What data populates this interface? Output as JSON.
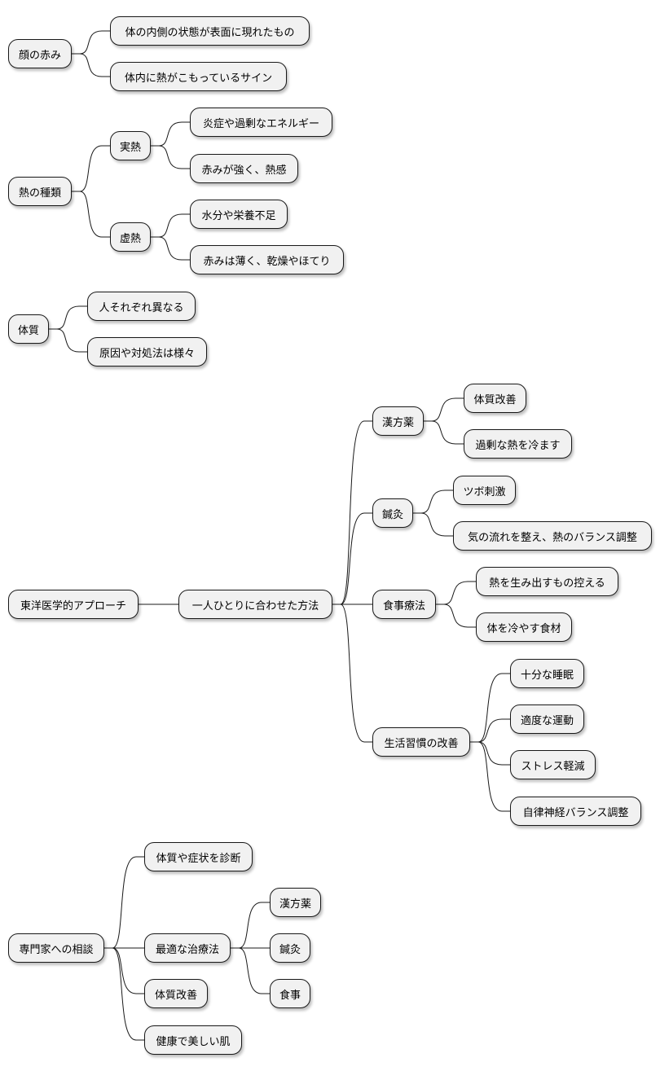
{
  "mindmap": {
    "trees": [
      {
        "id": "t1",
        "label": "顔の赤み",
        "children": [
          {
            "id": "t1a",
            "label": "体の内側の状態が表面に現れたもの"
          },
          {
            "id": "t1b",
            "label": "体内に熱がこもっているサイン"
          }
        ]
      },
      {
        "id": "t2",
        "label": "熱の種類",
        "children": [
          {
            "id": "t2a",
            "label": "実熱",
            "children": [
              {
                "id": "t2a1",
                "label": "炎症や過剰なエネルギー"
              },
              {
                "id": "t2a2",
                "label": "赤みが強く、熱感"
              }
            ]
          },
          {
            "id": "t2b",
            "label": "虚熱",
            "children": [
              {
                "id": "t2b1",
                "label": "水分や栄養不足"
              },
              {
                "id": "t2b2",
                "label": "赤みは薄く、乾燥やほてり"
              }
            ]
          }
        ]
      },
      {
        "id": "t3",
        "label": "体質",
        "children": [
          {
            "id": "t3a",
            "label": "人それぞれ異なる"
          },
          {
            "id": "t3b",
            "label": "原因や対処法は様々"
          }
        ]
      },
      {
        "id": "t4",
        "label": "東洋医学的アプローチ",
        "children": [
          {
            "id": "t4a",
            "label": "一人ひとりに合わせた方法",
            "children": [
              {
                "id": "t4a1",
                "label": "漢方薬",
                "children": [
                  {
                    "id": "t4a1a",
                    "label": "体質改善"
                  },
                  {
                    "id": "t4a1b",
                    "label": "過剰な熱を冷ます"
                  }
                ]
              },
              {
                "id": "t4a2",
                "label": "鍼灸",
                "children": [
                  {
                    "id": "t4a2a",
                    "label": "ツボ刺激"
                  },
                  {
                    "id": "t4a2b",
                    "label": "気の流れを整え、熱のバランス調整"
                  }
                ]
              },
              {
                "id": "t4a3",
                "label": "食事療法",
                "children": [
                  {
                    "id": "t4a3a",
                    "label": "熱を生み出すもの控える"
                  },
                  {
                    "id": "t4a3b",
                    "label": "体を冷やす食材"
                  }
                ]
              },
              {
                "id": "t4a4",
                "label": "生活習慣の改善",
                "children": [
                  {
                    "id": "t4a4a",
                    "label": "十分な睡眠"
                  },
                  {
                    "id": "t4a4b",
                    "label": "適度な運動"
                  },
                  {
                    "id": "t4a4c",
                    "label": "ストレス軽減"
                  },
                  {
                    "id": "t4a4d",
                    "label": "自律神経バランス調整"
                  }
                ]
              }
            ]
          }
        ]
      },
      {
        "id": "t5",
        "label": "専門家への相談",
        "children": [
          {
            "id": "t5a",
            "label": "体質や症状を診断"
          },
          {
            "id": "t5b",
            "label": "最適な治療法",
            "children": [
              {
                "id": "t5b1",
                "label": "漢方薬"
              },
              {
                "id": "t5b2",
                "label": "鍼灸"
              },
              {
                "id": "t5b3",
                "label": "食事"
              }
            ]
          },
          {
            "id": "t5c",
            "label": "体質改善"
          },
          {
            "id": "t5d",
            "label": "健康で美しい肌"
          }
        ]
      }
    ]
  }
}
